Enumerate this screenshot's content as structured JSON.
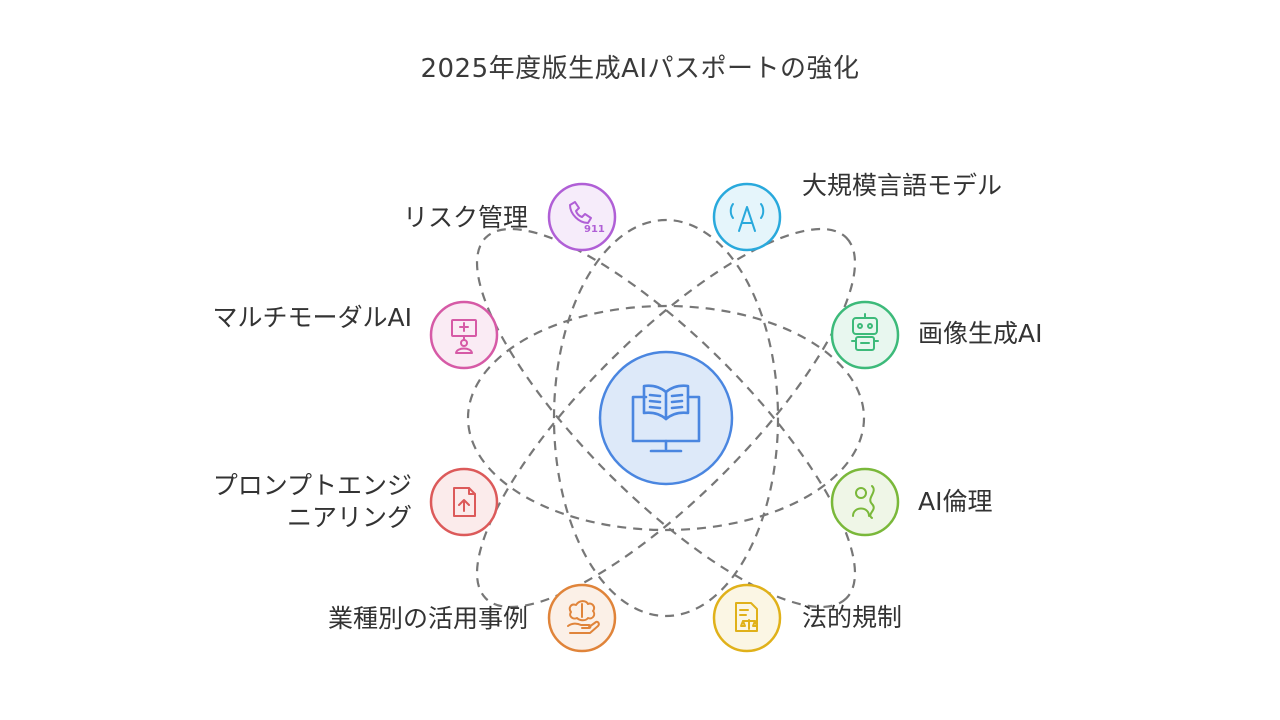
{
  "title": "2025年度版生成AIパスポートの強化",
  "center": {
    "icon": "book-monitor-icon",
    "color": "#4a86e0",
    "fill": "#dde9f9"
  },
  "nodes": [
    {
      "id": "risk",
      "label": "リスク管理",
      "icon": "phone-911-icon",
      "color": "#b05fd6"
    },
    {
      "id": "llm",
      "label": "大規模言語モデル",
      "icon": "letter-a-signal-icon",
      "color": "#29a9dc"
    },
    {
      "id": "multimodal",
      "label": "マルチモーダルAI",
      "icon": "monitor-person-icon",
      "color": "#d65aa6"
    },
    {
      "id": "imagegen",
      "label": "画像生成AI",
      "icon": "robot-icon",
      "color": "#3dba7a"
    },
    {
      "id": "prompt",
      "label": "プロンプトエンジニアリング",
      "icon": "document-arrow-icon",
      "color": "#dc5a5a"
    },
    {
      "id": "ethics",
      "label": "AI倫理",
      "icon": "robot-dna-icon",
      "color": "#7ab83a"
    },
    {
      "id": "usecases",
      "label": "業種別の活用事例",
      "icon": "hand-brain-icon",
      "color": "#e0843a"
    },
    {
      "id": "legal",
      "label": "法的規制",
      "icon": "legal-scale-icon",
      "color": "#e0b11a"
    }
  ]
}
